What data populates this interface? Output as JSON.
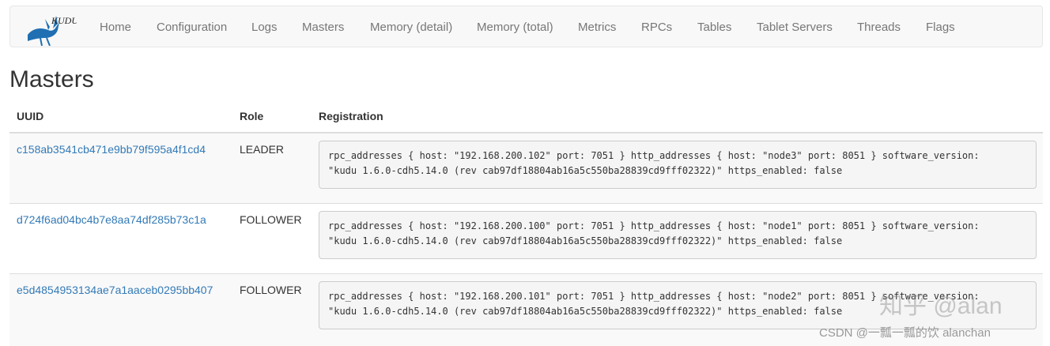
{
  "nav": {
    "brand": "KUDU",
    "items": [
      {
        "label": "Home"
      },
      {
        "label": "Configuration"
      },
      {
        "label": "Logs"
      },
      {
        "label": "Masters"
      },
      {
        "label": "Memory (detail)"
      },
      {
        "label": "Memory (total)"
      },
      {
        "label": "Metrics"
      },
      {
        "label": "RPCs"
      },
      {
        "label": "Tables"
      },
      {
        "label": "Tablet Servers"
      },
      {
        "label": "Threads"
      },
      {
        "label": "Flags"
      }
    ]
  },
  "page": {
    "title": "Masters"
  },
  "table": {
    "headers": {
      "uuid": "UUID",
      "role": "Role",
      "registration": "Registration"
    },
    "rows": [
      {
        "uuid": "c158ab3541cb471e9bb79f595a4f1cd4",
        "role": "LEADER",
        "registration": "rpc_addresses { host: \"192.168.200.102\" port: 7051 } http_addresses { host: \"node3\" port: 8051 } software_version:\n\"kudu 1.6.0-cdh5.14.0 (rev cab97df18804ab16a5c550ba28839cd9fff02322)\" https_enabled: false"
      },
      {
        "uuid": "d724f6ad04bc4b7e8aa74df285b73c1a",
        "role": "FOLLOWER",
        "registration": "rpc_addresses { host: \"192.168.200.100\" port: 7051 } http_addresses { host: \"node1\" port: 8051 } software_version:\n\"kudu 1.6.0-cdh5.14.0 (rev cab97df18804ab16a5c550ba28839cd9fff02322)\" https_enabled: false"
      },
      {
        "uuid": "e5d4854953134ae7a1aaceb0295bb407",
        "role": "FOLLOWER",
        "registration": "rpc_addresses { host: \"192.168.200.101\" port: 7051 } http_addresses { host: \"node2\" port: 8051 } software_version:\n\"kudu 1.6.0-cdh5.14.0 (rev cab97df18804ab16a5c550ba28839cd9fff02322)\" https_enabled: false"
      }
    ]
  },
  "watermark": {
    "primary": "知乎 @alan",
    "secondary": "CSDN @一瓢一瓢的饮 alanchan"
  }
}
